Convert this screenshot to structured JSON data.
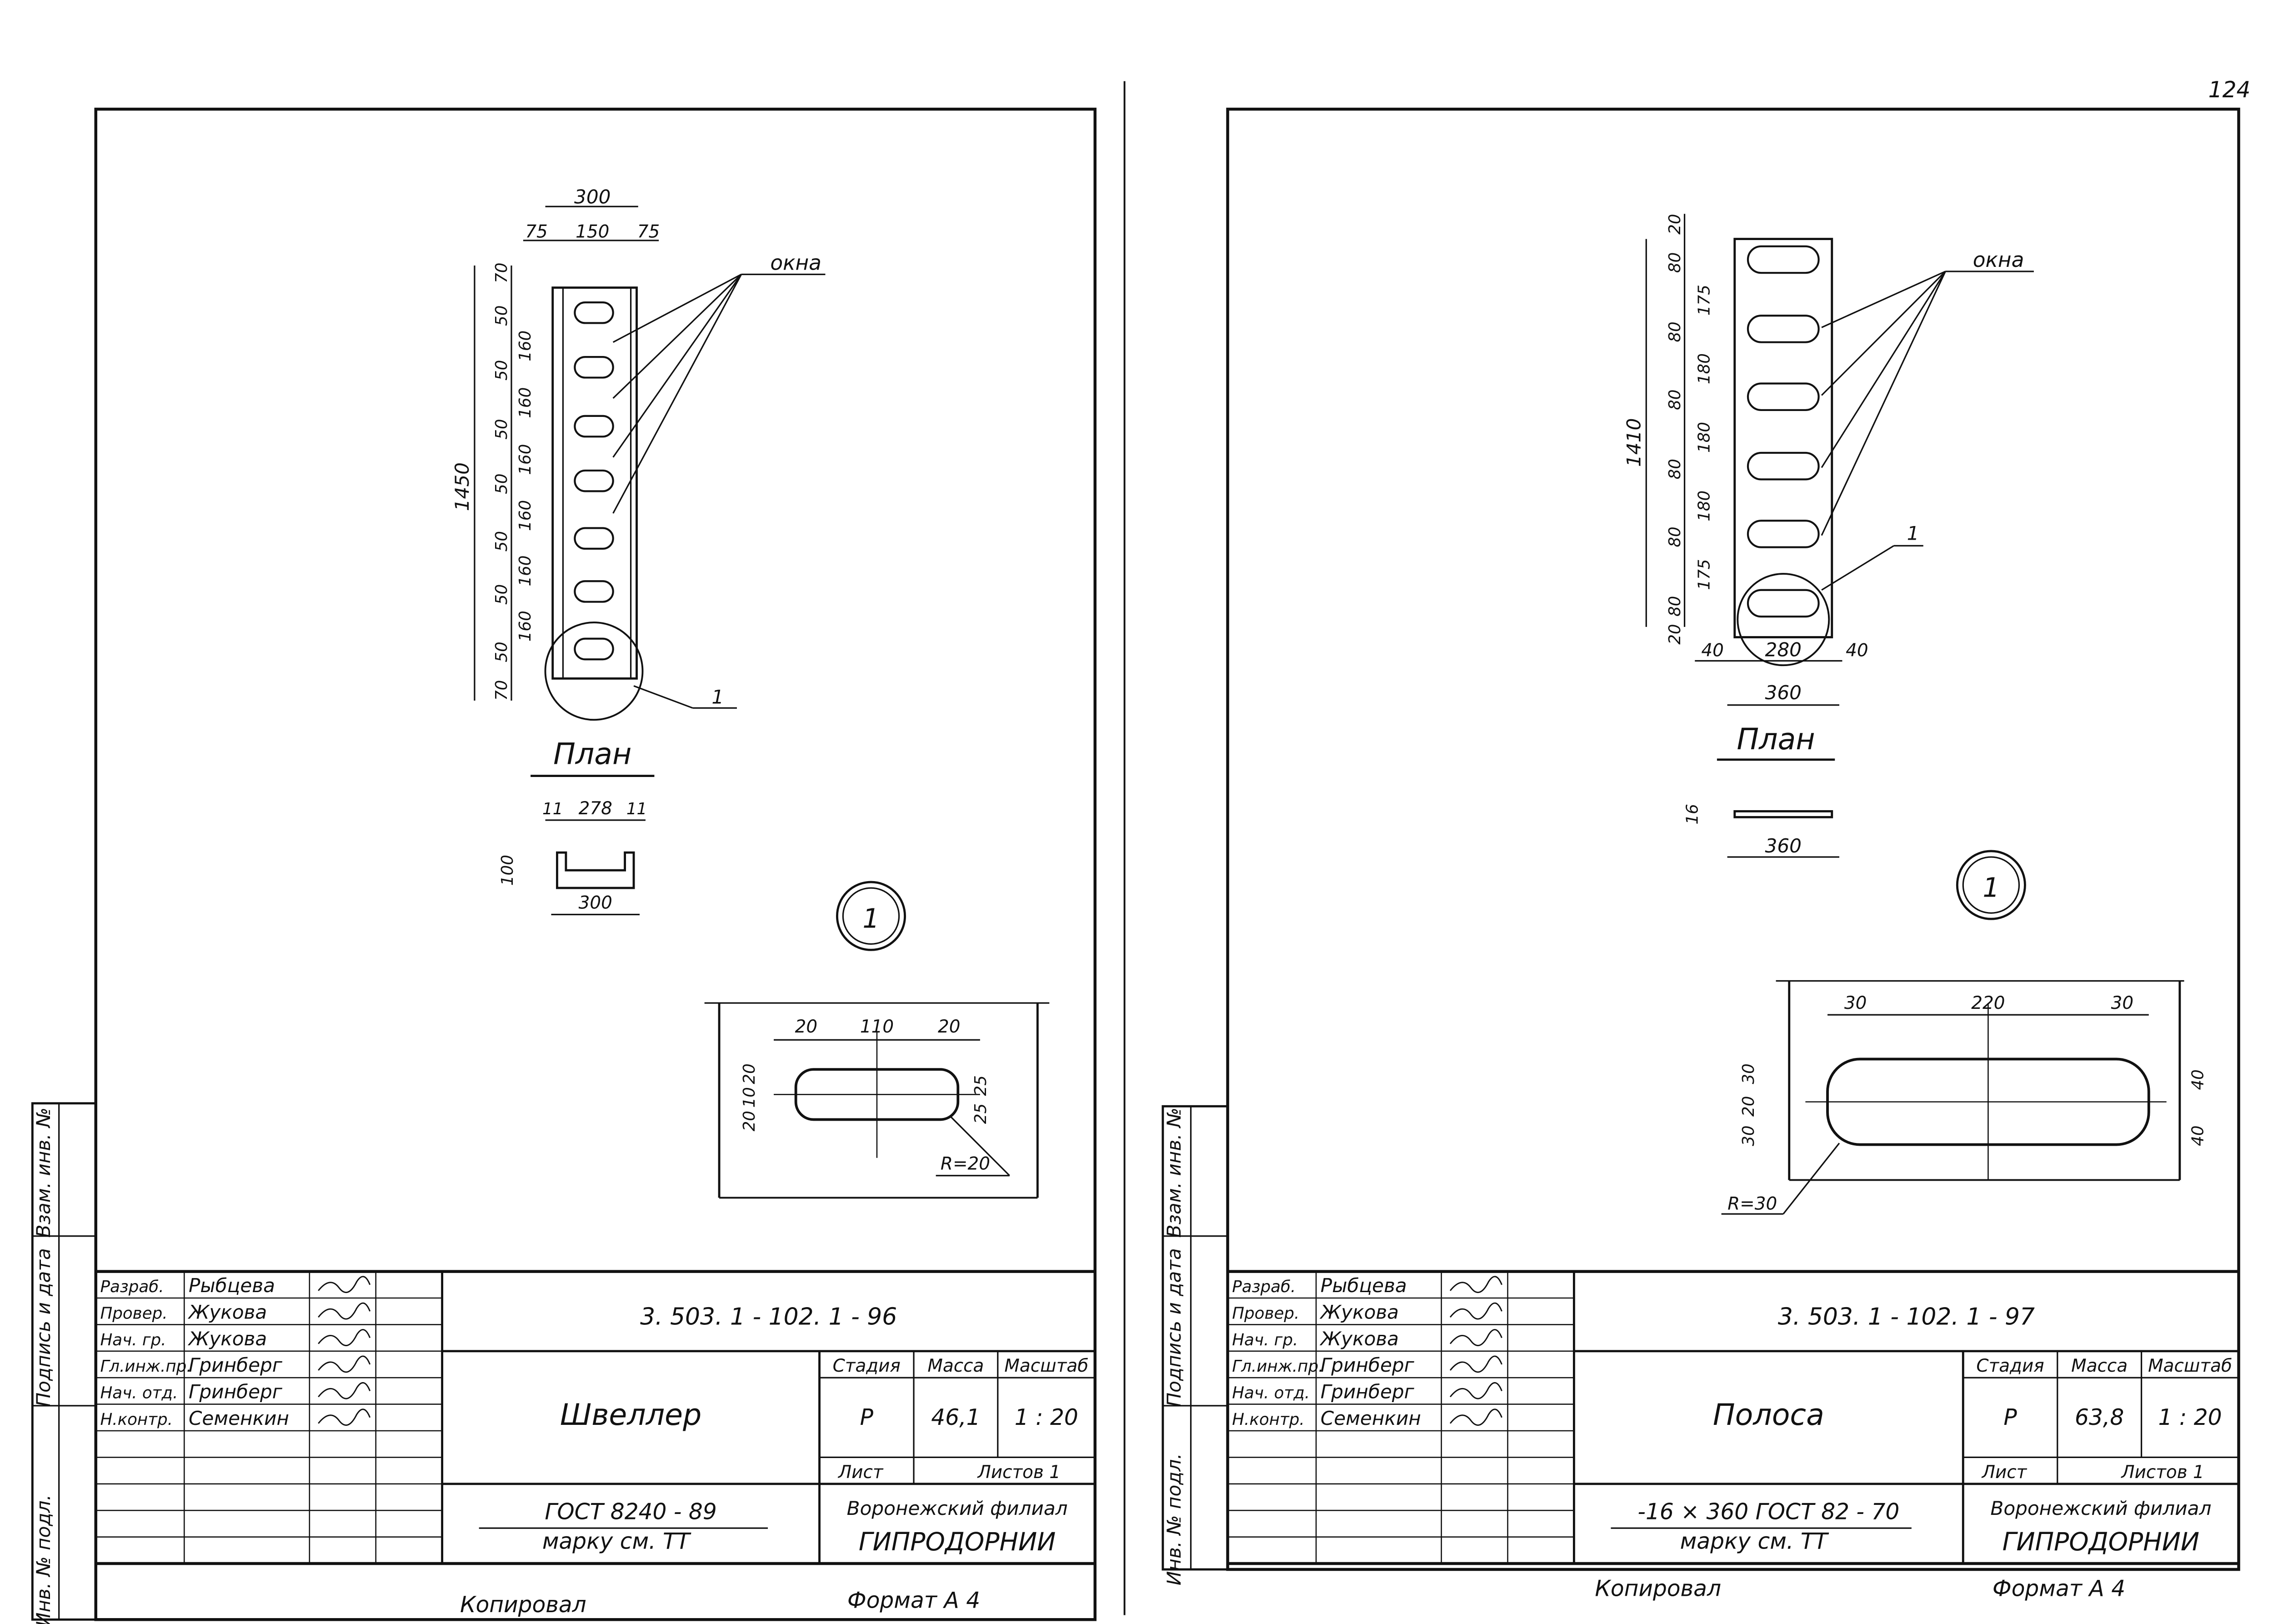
{
  "page": {
    "number": "124"
  },
  "sheets": [
    {
      "key": "left",
      "leader_label": "окна",
      "plan_title": "План",
      "detail_callout": "1",
      "detail_marker": "1",
      "dims": {
        "overall_width": "300",
        "side_left": "75",
        "center": "150",
        "side_right": "75",
        "length": "1450",
        "end_top": "70",
        "end_bottom": "70",
        "window_len": "50",
        "spacing": "160",
        "section_flange_l": "11",
        "section_web": "278",
        "section_flange_r": "11",
        "section_height": "100",
        "section_width": "300",
        "det_left": "20",
        "det_center": "110",
        "det_right": "20",
        "det_v1": "20",
        "det_v2": "10",
        "det_v3": "20",
        "det_h1": "25",
        "det_h2": "25",
        "radius": "R=20"
      },
      "title_block": {
        "roles": [
          "Разраб.",
          "Провер.",
          "Нач. гр.",
          "Гл.инж.пр.",
          "Нач. отд.",
          "Н.контр."
        ],
        "names": [
          "Рыбцева",
          "Жукова",
          "Жукова",
          "Гринберг",
          "Гринберг",
          "Семенкин"
        ],
        "doc_number": "3. 503. 1 - 102. 1 - 96",
        "name": "Швеллер",
        "stage_label": "Стадия",
        "mass_label": "Масса",
        "scale_label": "Масштаб",
        "stage": "Р",
        "mass": "46,1",
        "scale": "1 : 20",
        "sheet_label": "Лист",
        "sheets_label": "Листов 1",
        "material_line1": "ГОСТ 8240 - 89",
        "material_line2": "марку   см.   ТТ",
        "org_line1": "Воронежский филиал",
        "org_line2": "ГИПРОДОРНИИ"
      },
      "side_labels": [
        "Инв. № подл.",
        "Подпись и дата",
        "Взам. инв. №"
      ],
      "footer_copied": "Копировал",
      "footer_format": "Формат  А 4"
    },
    {
      "key": "right",
      "leader_label": "окна",
      "plan_title": "План",
      "detail_callout": "1",
      "detail_marker": "1",
      "dims": {
        "length": "1410",
        "end_top": "20",
        "end_bottom": "20",
        "window_len": "80",
        "spacings": [
          "175",
          "180",
          "180",
          "180",
          "175"
        ],
        "side_left": "40",
        "center": "280",
        "side_right": "40",
        "overall_width": "360",
        "thickness": "16",
        "section_width": "360",
        "det_left": "30",
        "det_center": "220",
        "det_right": "30",
        "det_v1": "30",
        "det_v2": "20",
        "det_v3": "30",
        "det_h1": "40",
        "det_h2": "40",
        "radius": "R=30"
      },
      "title_block": {
        "roles": [
          "Разраб.",
          "Провер.",
          "Нач. гр.",
          "Гл.инж.пр.",
          "Нач. отд.",
          "Н.контр."
        ],
        "names": [
          "Рыбцева",
          "Жукова",
          "Жукова",
          "Гринберг",
          "Гринберг",
          "Семенкин"
        ],
        "doc_number": "3. 503. 1 - 102. 1 - 97",
        "name": "Полоса",
        "stage_label": "Стадия",
        "mass_label": "Масса",
        "scale_label": "Масштаб",
        "stage": "Р",
        "mass": "63,8",
        "scale": "1 : 20",
        "sheet_label": "Лист",
        "sheets_label": "Листов 1",
        "material_line1": "-16 × 360   ГОСТ 82 - 70",
        "material_line2": "марку   см.   ТТ",
        "org_line1": "Воронежский филиал",
        "org_line2": "ГИПРОДОРНИИ"
      },
      "side_labels": [
        "Инв. № подл.",
        "Подпись и дата",
        "Взам. инв. №"
      ],
      "footer_copied": "Копировал",
      "footer_format": "Формат  А 4"
    }
  ]
}
